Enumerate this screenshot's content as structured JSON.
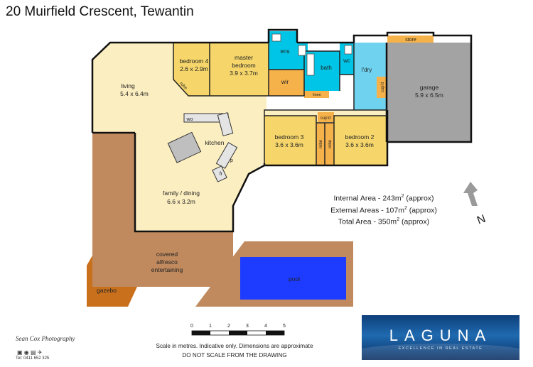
{
  "title": "20 Muirfield Crescent, Tewantin",
  "rooms": {
    "living": {
      "name": "living",
      "dims": "5.4 x 6.4m"
    },
    "bedroom4": {
      "name": "bedroom 4",
      "dims": "2.6 x 2.9m"
    },
    "master": {
      "name1": "master",
      "name2": "bedroom",
      "dims": "3.9 x 3.7m"
    },
    "ens": "ens",
    "wir": "wir",
    "bath": "bath",
    "wc": "wc",
    "ldry": "l'dry",
    "linen": "linen",
    "store": "store",
    "garage": {
      "name": "garage",
      "dims": "5.9 x 6.5m"
    },
    "cupd": "cup'd",
    "cupd_garage": "cup'd",
    "robe_b4": "robe",
    "robe_b3": "robe",
    "robe_b2": "robe",
    "bedroom3": {
      "name": "bedroom 3",
      "dims": "3.6 x 3.6m"
    },
    "bedroom2": {
      "name": "bedroom 2",
      "dims": "3.6 x 3.6m"
    },
    "wo": "wo",
    "kitchen": "kitchen",
    "p": "p",
    "fr": "fr",
    "family": {
      "name": "family / dining",
      "dims": "6.6 x 3.2m"
    },
    "alfresco": {
      "l1": "covered",
      "l2": "alfresco",
      "l3": "entertaining"
    },
    "gazebo": "gazebo",
    "pool": "pool"
  },
  "areas": {
    "internal_pre": "Internal Area - 243m",
    "external_pre": "External Areas - 107m",
    "total_pre": "Total Area - 350m",
    "sup": "2",
    "suffix": " (approx)"
  },
  "north": "N",
  "scale": {
    "ticks": [
      "0",
      "1",
      "2",
      "3",
      "4",
      "5"
    ]
  },
  "notes": {
    "line1": "Scale in metres. Indicative only. Dimensions are approximate",
    "line2": "DO NOT SCALE FROM THE DRAWING"
  },
  "logo": {
    "brand": "LAGUNA",
    "tagline": "EXCELLENCE IN REAL ESTATE"
  },
  "photographer": {
    "signature": "Sean Cox Photography",
    "phone": "Tel: 0411 652 325"
  },
  "colors": {
    "living": "#fbeec0",
    "bedroom": "#f6d66b",
    "wet": "#00c5e6",
    "wir": "#f6b24a",
    "laundry": "#6fd3ef",
    "garage": "#a3a3a3",
    "deck": "#c08a5e",
    "gazebo": "#c8701c",
    "pool_surround": "#c08a5e",
    "pool": "#1e3cff",
    "wall": "#111111"
  }
}
